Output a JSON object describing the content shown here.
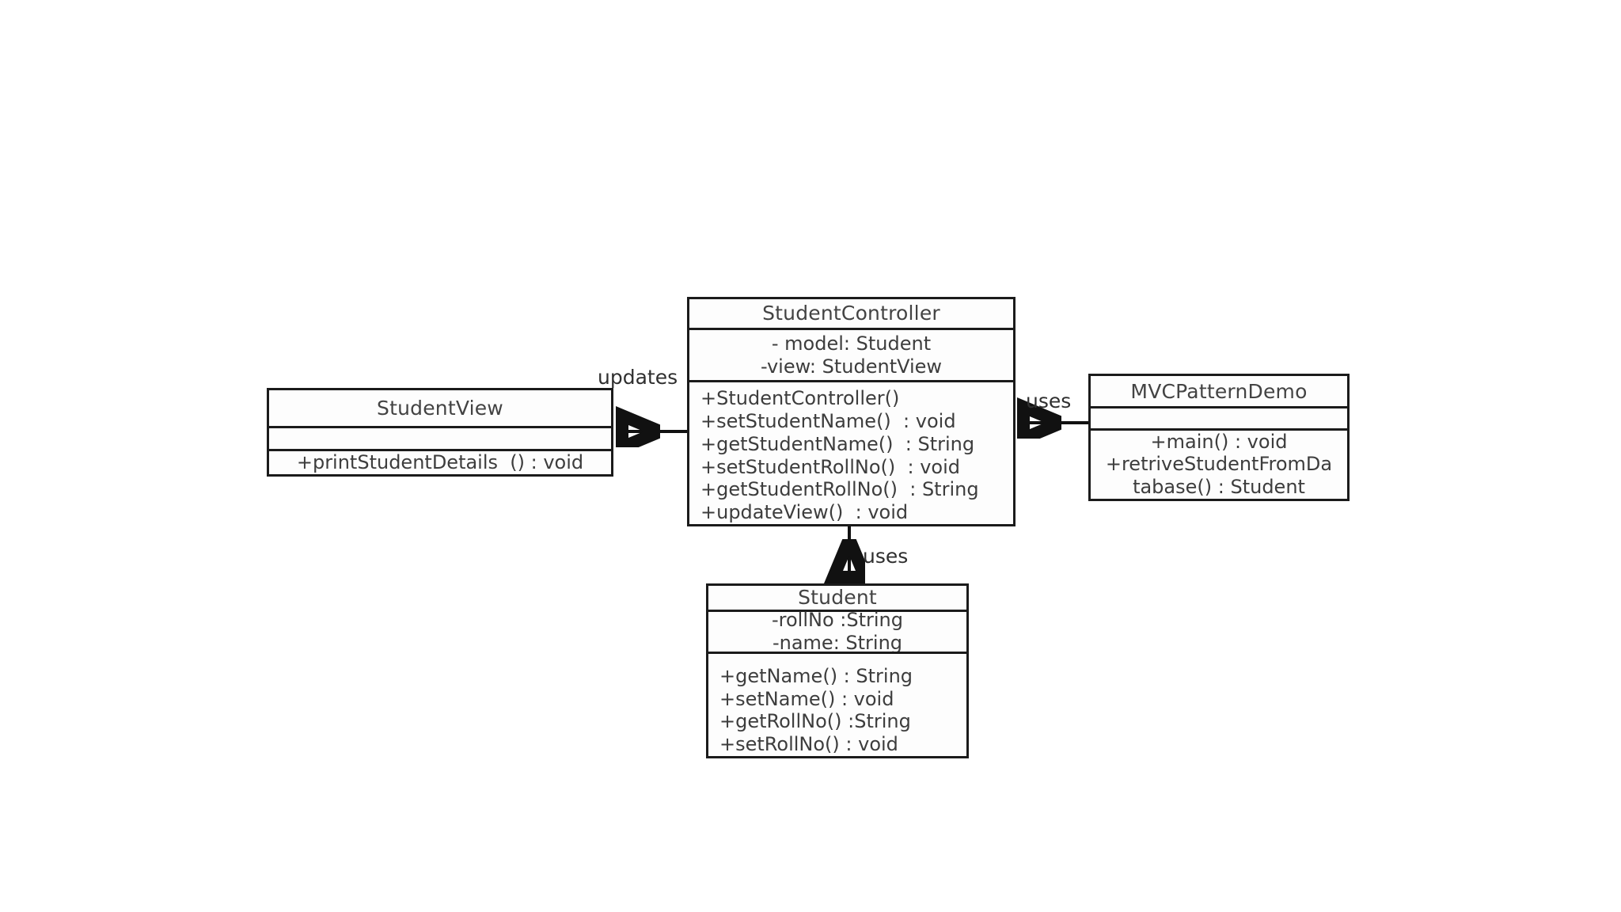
{
  "diagram": {
    "title": "MVC Pattern Class Diagram",
    "type": "uml-class-diagram",
    "background_color": "#ffffff",
    "line_color": "#111111",
    "text_color": "#3a3a3a"
  },
  "classes": {
    "student_view": {
      "name": "StudentView",
      "attributes": [],
      "methods": [
        "+printStudentDetails  () : void"
      ]
    },
    "student_controller": {
      "name": "StudentController",
      "attributes": [
        "- model: Student",
        "-view: StudentView"
      ],
      "methods": [
        "+StudentController()",
        "+setStudentName()  : void",
        "+getStudentName()  : String",
        "+setStudentRollNo()  : void",
        "+getStudentRollNo()  : String",
        "+updateView()  : void"
      ]
    },
    "mvc_pattern_demo": {
      "name": "MVCPatternDemo",
      "attributes": [],
      "methods": [
        "+main() : void",
        "+retriveStudentFromDa",
        "tabase() : Student"
      ]
    },
    "student": {
      "name": "Student",
      "attributes": [
        "-rollNo :String",
        "-name: String"
      ],
      "methods": [
        "+getName() : String",
        "+setName() : void",
        "+getRollNo() :String",
        "+setRollNo() : void"
      ]
    }
  },
  "relationships": [
    {
      "id": "controller-updates-view",
      "label": "updates",
      "from": "StudentController",
      "to": "StudentView",
      "direction": "left"
    },
    {
      "id": "demo-uses-controller",
      "label": "uses",
      "from": "MVCPatternDemo",
      "to": "StudentController",
      "direction": "left"
    },
    {
      "id": "controller-uses-student",
      "label": "uses",
      "from": "StudentController",
      "to": "Student",
      "direction": "down"
    }
  ]
}
